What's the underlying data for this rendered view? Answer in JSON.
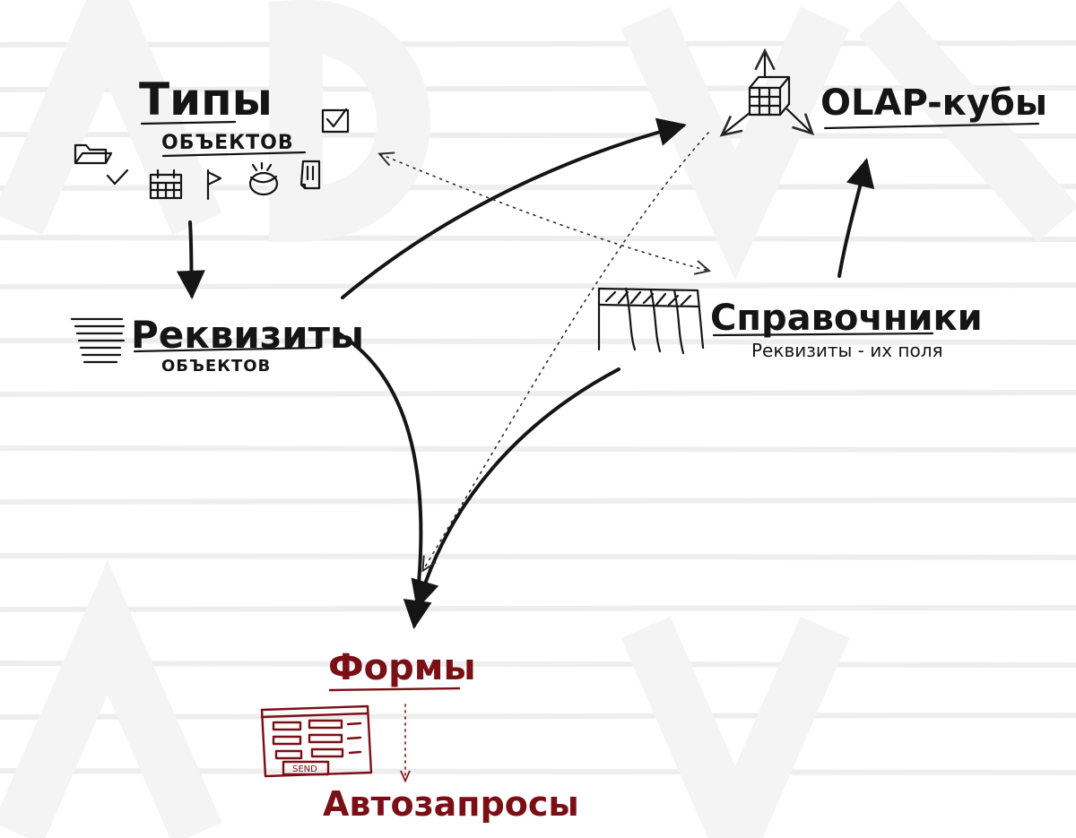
{
  "nodes": {
    "types": {
      "title": "Типы",
      "subtitle": "объектов"
    },
    "olap": {
      "title": "OLAP-кубы"
    },
    "attributes": {
      "title": "Реквизиты",
      "subtitle": "объектов"
    },
    "directories": {
      "title": "Справочники",
      "subtitle": "Реквизиты - их поля"
    },
    "forms": {
      "title": "Формы",
      "button_label": "SEND"
    },
    "autoqueries": {
      "title": "Автозапросы"
    }
  },
  "colors": {
    "ink": "#151515",
    "accent_red": "#7a0f16",
    "background": "#ffffff"
  },
  "icons": [
    "folder-icon",
    "checkbox-icon",
    "checkmark-icon",
    "calendar-icon",
    "flag-icon",
    "globe-icon",
    "document-icon",
    "cube-icon",
    "list-lines-icon",
    "table-icon",
    "form-icon"
  ]
}
